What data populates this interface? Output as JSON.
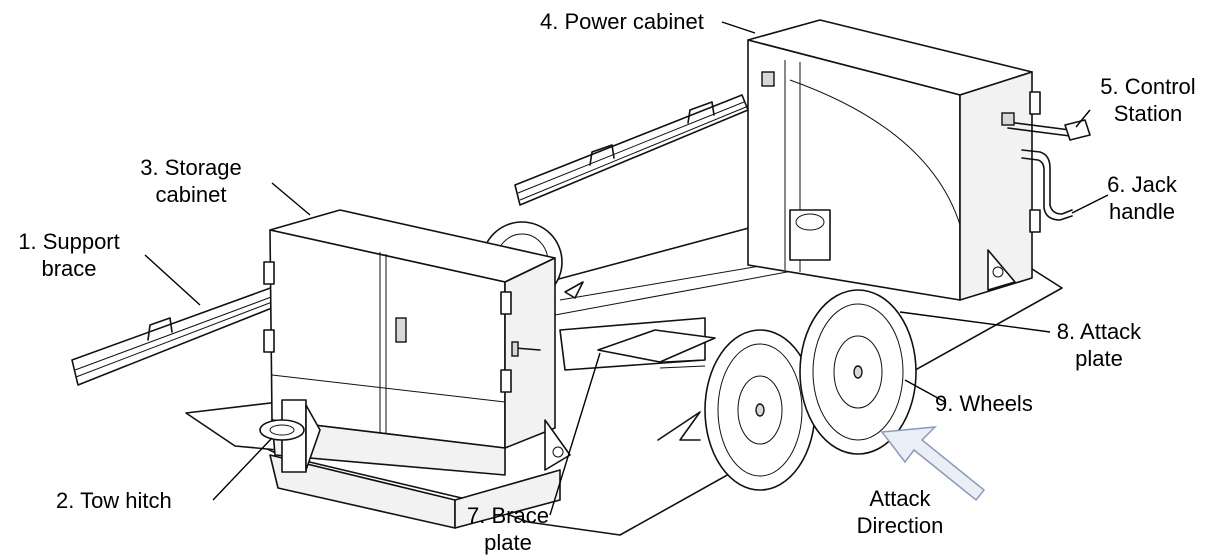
{
  "labels": {
    "support_brace": [
      "1. Support",
      "brace"
    ],
    "tow_hitch": "2. Tow hitch",
    "storage_cabinet": [
      "3. Storage",
      "cabinet"
    ],
    "power_cabinet": "4. Power cabinet",
    "control_station": [
      "5. Control",
      "Station"
    ],
    "jack_handle": [
      "6. Jack",
      "handle"
    ],
    "brace_plate": [
      "7. Brace",
      "plate"
    ],
    "attack_plate": [
      "8. Attack",
      "plate"
    ],
    "wheels": "9. Wheels",
    "attack_direction": [
      "Attack",
      "Direction"
    ]
  },
  "colors": {
    "line": "#111111",
    "arrow_fill": "#e9eef7",
    "arrow_stroke": "#8a9bb8"
  }
}
